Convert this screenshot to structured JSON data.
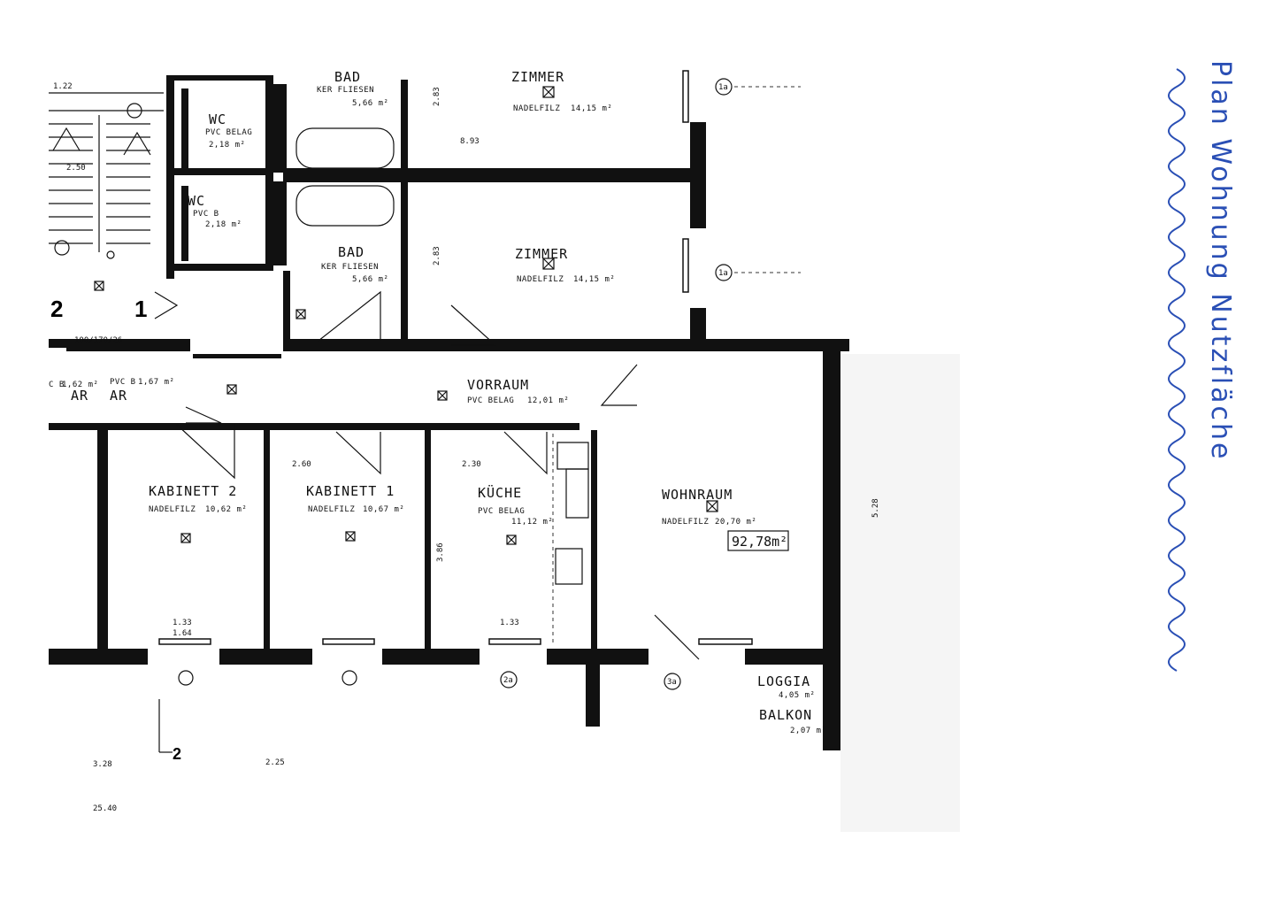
{
  "rooms": {
    "bad_top": {
      "name": "BAD",
      "floor": "KER FLIESEN",
      "area": "5,66 m²"
    },
    "bad_bottom": {
      "name": "BAD",
      "floor": "KER FLIESEN",
      "area": "5,66 m²"
    },
    "zimmer_top": {
      "name": "ZIMMER",
      "floor": "NADELFILZ",
      "area": "14,15 m²"
    },
    "zimmer_bottom": {
      "name": "ZIMMER",
      "floor": "NADELFILZ",
      "area": "14,15 m²"
    },
    "wc_top": {
      "name": "WC",
      "floor": "PVC BELAG",
      "area": "2,18 m²"
    },
    "wc_bottom": {
      "name": "WC",
      "floor": "PVC B",
      "area": "2,18 m²"
    },
    "vorraum": {
      "name": "VORRAUM",
      "floor": "PVC BELAG",
      "area": "12,01 m²"
    },
    "kabinett2": {
      "name": "KABINETT 2",
      "floor": "NADELFILZ",
      "area": "10,62 m²"
    },
    "kabinett1": {
      "name": "KABINETT 1",
      "floor": "NADELFILZ",
      "area": "10,67 m²"
    },
    "kueche": {
      "name": "KÜCHE",
      "floor": "PVC BELAG",
      "area": "11,12 m²"
    },
    "wohnraum": {
      "name": "WOHNRAUM",
      "floor": "NADELFILZ",
      "area": "20,70 m²"
    },
    "loggia": {
      "name": "LOGGIA",
      "area": "4,05 m²"
    },
    "balkon": {
      "name": "BALKON",
      "area": "2,07 m²"
    },
    "ar_left": {
      "name": "AR",
      "floor": "C B",
      "area": "1,62 m²"
    },
    "ar_right": {
      "name": "AR",
      "floor": "PVC B",
      "area": "1,67 m²"
    }
  },
  "total_area": "92,78m²",
  "section_marks": {
    "left": "2",
    "inner": "1",
    "bottom": "2"
  },
  "dimensions": {
    "zimmer_width": "8.93",
    "room_height": "2.83",
    "kueche_height": "3.86",
    "wohnraum_height": "5.28",
    "window_a": "1.33",
    "window_b": "1.64",
    "door_a": "2.60",
    "door_b": "2.30",
    "entrance": "100/170/26",
    "stair_a": "2.50",
    "stair_b": "1.22",
    "bottom_a": "3.28",
    "bottom_b": "2.25",
    "bottom_c": "25.40"
  },
  "axis_labels": {
    "a1": "1a",
    "a2": "1a",
    "a3": "2a",
    "a4": "3a"
  },
  "handwritten_note": {
    "line1": "Plan Wohnung Nutzfläche"
  }
}
